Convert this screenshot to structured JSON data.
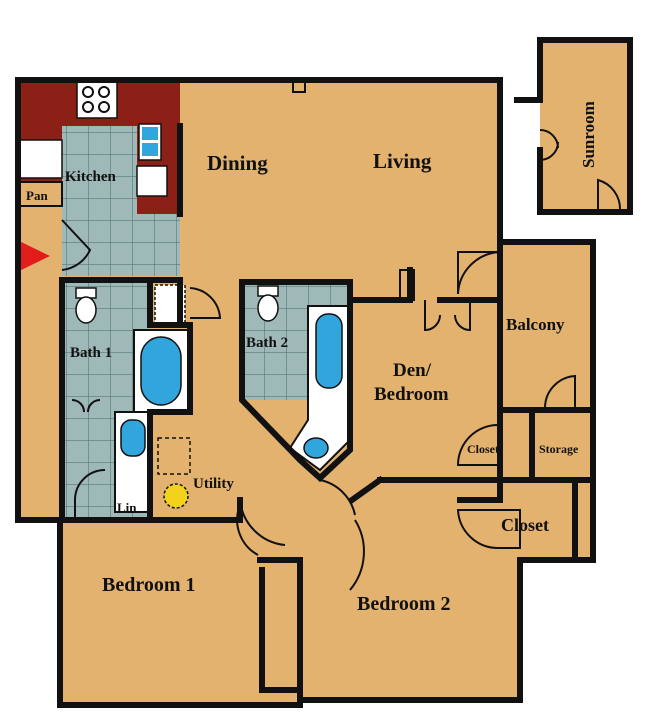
{
  "labels": {
    "kitchen": "Kitchen",
    "pantry": "Pan",
    "dining": "Dining",
    "living": "Living",
    "sunroom": "Sunroom",
    "bath1": "Bath 1",
    "bath2": "Bath 2",
    "balcony": "Balcony",
    "den": "Den/",
    "den2": "Bedroom",
    "closet_small": "Closet",
    "storage": "Storage",
    "utility": "Utility",
    "linen": "Lin",
    "closet_large": "Closet",
    "bedroom1": "Bedroom 1",
    "bedroom2": "Bedroom 2"
  },
  "colors": {
    "floor": "#e3b26f",
    "tile": "#9fb8b8",
    "cabinet": "#8c1f16",
    "entry_marker": "#e21b1b",
    "water": "#31a6dc",
    "water_heater": "#f2d21b"
  },
  "icons": {
    "entry": "entry-arrow-icon",
    "stove": "stove-icon",
    "sink": "sink-icon",
    "toilet": "toilet-icon",
    "bathtub": "bathtub-icon",
    "water_heater": "water-heater-icon"
  }
}
